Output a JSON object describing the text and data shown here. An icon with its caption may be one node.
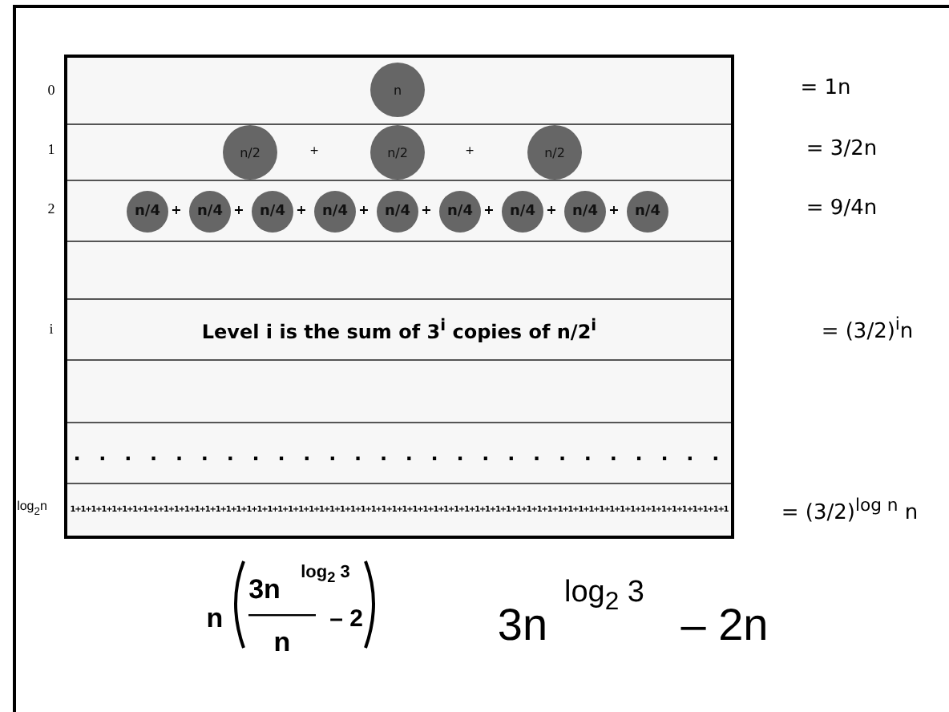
{
  "diagram": {
    "nodes": [
      {
        "text": [],
        "shape": "box"
      },
      {
        "text": [],
        "shape": "box",
        "in": 0
      },
      {
        "text": [
          "n"
        ],
        "in": 1
      },
      {
        "text": [],
        "shape": "box",
        "in": 0
      },
      {
        "text": [
          "n/2"
        ],
        "in": 3
      },
      {
        "text": [
          "n/2"
        ],
        "in": 3
      },
      {
        "text": [
          "n/2"
        ],
        "in": 3
      },
      {
        "text": [],
        "shape": "box",
        "in": 0
      },
      {
        "text": [
          "n/4"
        ],
        "in": 7
      },
      {
        "text": [
          "n/4"
        ],
        "in": 7
      },
      {
        "text": [
          "n/4"
        ],
        "in": 7
      },
      {
        "text": [
          "n/4"
        ],
        "in": 7
      },
      {
        "text": [
          "n/4"
        ],
        "in": 7
      },
      {
        "text": [
          "n/4"
        ],
        "in": 7
      },
      {
        "text": [
          "n/4"
        ],
        "in": 7
      },
      {
        "text": [
          "n/4"
        ],
        "in": 7
      },
      {
        "text": [
          "n/4"
        ],
        "in": 7
      },
      {
        "text": [],
        "shape": "box",
        "in": 0
      },
      {
        "text": [
          "Level i is the sum of 3$^{i}$ copies of n/2$^{i}$"
        ],
        "in": 0
      },
      {
        "text": [],
        "shape": "box",
        "in": 0
      },
      {
        "text": [
          ". . . . . . . . . . . . . . . . . . . . . . . . . ."
        ],
        "in": 0
      },
      {
        "text": [
          "1+1+1+1+1+1+1+1+1+1+1+1+1+1+1+1+1+1+1+1+1+1+1+1+1+1+1+1+1+1+1+1+1+1+1+1+1+1+1+1+1+1+1+1+1+1+1+1+1+1+1+1+1+1+1+1+1+1+1+1+1+1+1+1"
        ],
        "in": 0
      }
    ],
    "edges": [],
    "labels": [
      "0",
      "= 1n",
      "1",
      "+",
      "+",
      "= 3/2n",
      "2",
      "+",
      "+",
      "+",
      "+",
      "+",
      "+",
      "+",
      "+",
      "= 9/4n",
      "i",
      "= (3/2)$^{i}$n",
      "log$_{2}$n",
      "= (3/2)$^{log n}$ n",
      "n",
      "3n",
      "log$_{2}$ 3",
      "n",
      "– 2",
      "3n",
      "log$_{2}$ 3",
      "– 2n"
    ]
  }
}
